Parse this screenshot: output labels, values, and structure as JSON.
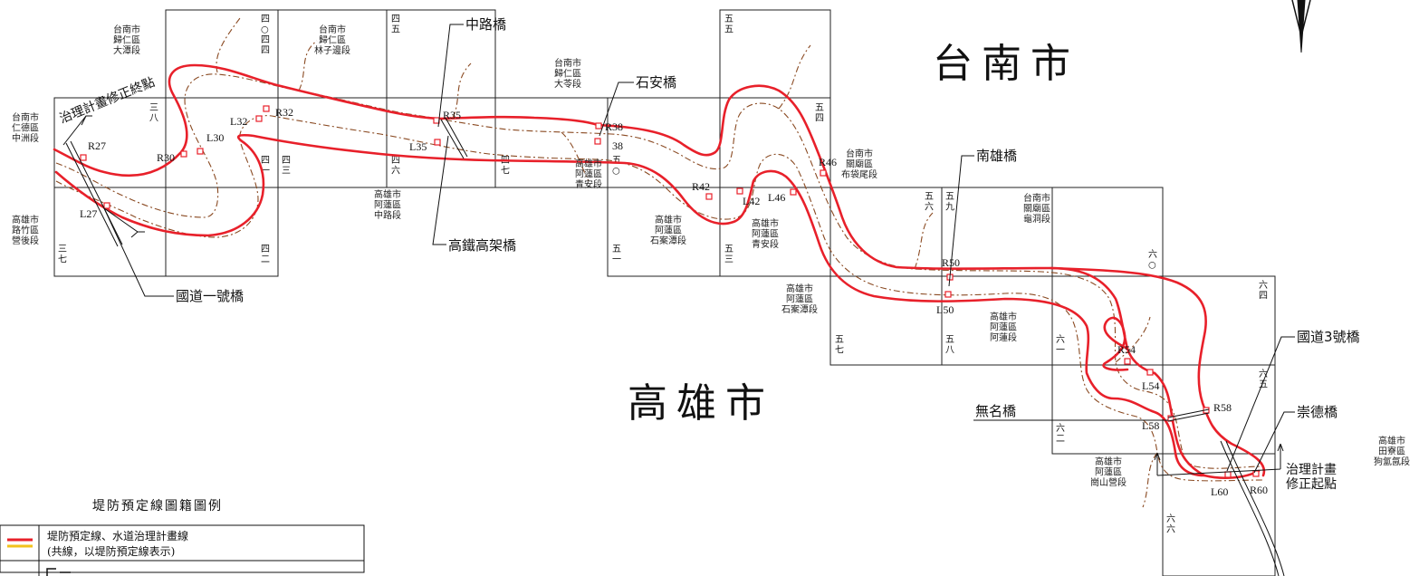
{
  "cities": {
    "tainan": "台南市",
    "kaohsiung": "高雄市"
  },
  "sheets": {
    "s44": "四\n○\n四\n四",
    "s45": "四\n五",
    "s55": "五\n五",
    "s38": "三\n八",
    "s54": "五\n四",
    "s41": "四\n一",
    "s43": "四\n三",
    "s46": "四\n六",
    "s47": "四\n七",
    "s50": "五\n○",
    "s56": "五\n六",
    "s59": "五\n九",
    "s37": "三\n七",
    "s42": "四\n二",
    "s51": "五\n一",
    "s53": "五\n三",
    "s60": "六\n○",
    "s64": "六\n四",
    "s57": "五\n七",
    "s58": "五\n八",
    "s61": "六\n一",
    "s65": "六\n五",
    "s62": "六\n二",
    "s66": "六\n六"
  },
  "districts": [
    "台南市\n歸仁區\n大潭段",
    "台南市\n歸仁區\n林子邊段",
    "台南市\n歸仁區\n大苓段",
    "台南市\n仁德區\n中洲段",
    "高雄市\n阿蓮區\n中路段",
    "高雄市\n阿蓮區\n青安段",
    "台南市\n關廟區\n布袋尾段",
    "高雄市\n路竹區\n營後段",
    "高雄市\n阿蓮區\n石案潭段",
    "高雄市\n阿蓮區\n青安段",
    "台南市\n關廟區\n龜洞段",
    "高雄市\n阿蓮區\n石案潭段",
    "高雄市\n阿蓮區\n阿蓮段",
    "高雄市\n阿蓮區\n崗山營段",
    "高雄市\n田寮區\n狗氳氤段"
  ],
  "bridges": {
    "zhonglu": "中路橋",
    "shian": "石安橋",
    "nanxiong": "南雄橋",
    "hsr": "高鐵高架橋",
    "fwy1": "國道一號橋",
    "fwy3": "國道3號橋",
    "noname": "無名橋",
    "chongde": "崇德橋"
  },
  "plan_end": "治理計畫修正終點",
  "plan_start": "治理計畫\n修正起點",
  "codes": {
    "R27": "R27",
    "L27": "L27",
    "R30": "R30",
    "L30": "L30",
    "L32": "L32",
    "R32": "R32",
    "R35": "R35",
    "L35": "L35",
    "R38": "R38",
    "L38": "38",
    "R42": "R42",
    "L42": "L42",
    "L46": "L46",
    "R46": "R46",
    "R50": "R50",
    "L50": "L50",
    "R54": "R54",
    "L54": "L54",
    "R58": "R58",
    "L58": "L58",
    "L60": "L60",
    "R60": "R60"
  },
  "legend": {
    "title": "堤防預定線圖籍圖例",
    "row1_line1": "堤防預定線、水道治理計畫線",
    "row1_line2": "(共線，以堤防預定線表示)",
    "colors": {
      "levee": "#e8202a",
      "plan": "#f2c21b"
    }
  },
  "colors": {
    "levee": "#e8202a",
    "bank": "#8a4a22",
    "grid": "#222222"
  }
}
